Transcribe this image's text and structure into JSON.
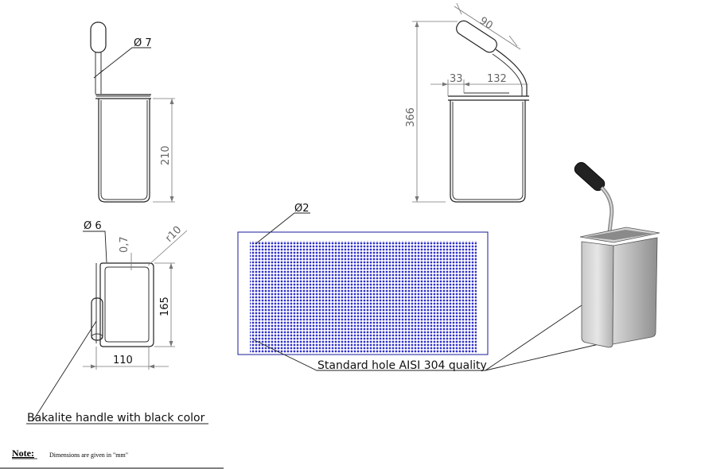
{
  "dimensions": {
    "handle_diameter": "Ø 7",
    "height_body": "210",
    "total_height": "366",
    "handle_length": "90",
    "offset_a": "33",
    "offset_b": "132",
    "rod_diameter": "Ø 6",
    "wall_thickness": "0,7",
    "corner_radius": "r10",
    "depth": "165",
    "width": "110",
    "hole_diameter": "Ø2"
  },
  "labels": {
    "perforation": "Standard hole AISI 304 quality",
    "handle": "Bakalite handle with black color"
  },
  "note": {
    "heading": "Note:",
    "text": "Dimensions are given in \"mm\""
  },
  "colors": {
    "perforation_fill": "#3a3acc",
    "perforation_border": "#1a1a9a",
    "handle_black": "#222222",
    "steel_light": "#dcdcdc",
    "steel_dark": "#9a9a9a"
  }
}
